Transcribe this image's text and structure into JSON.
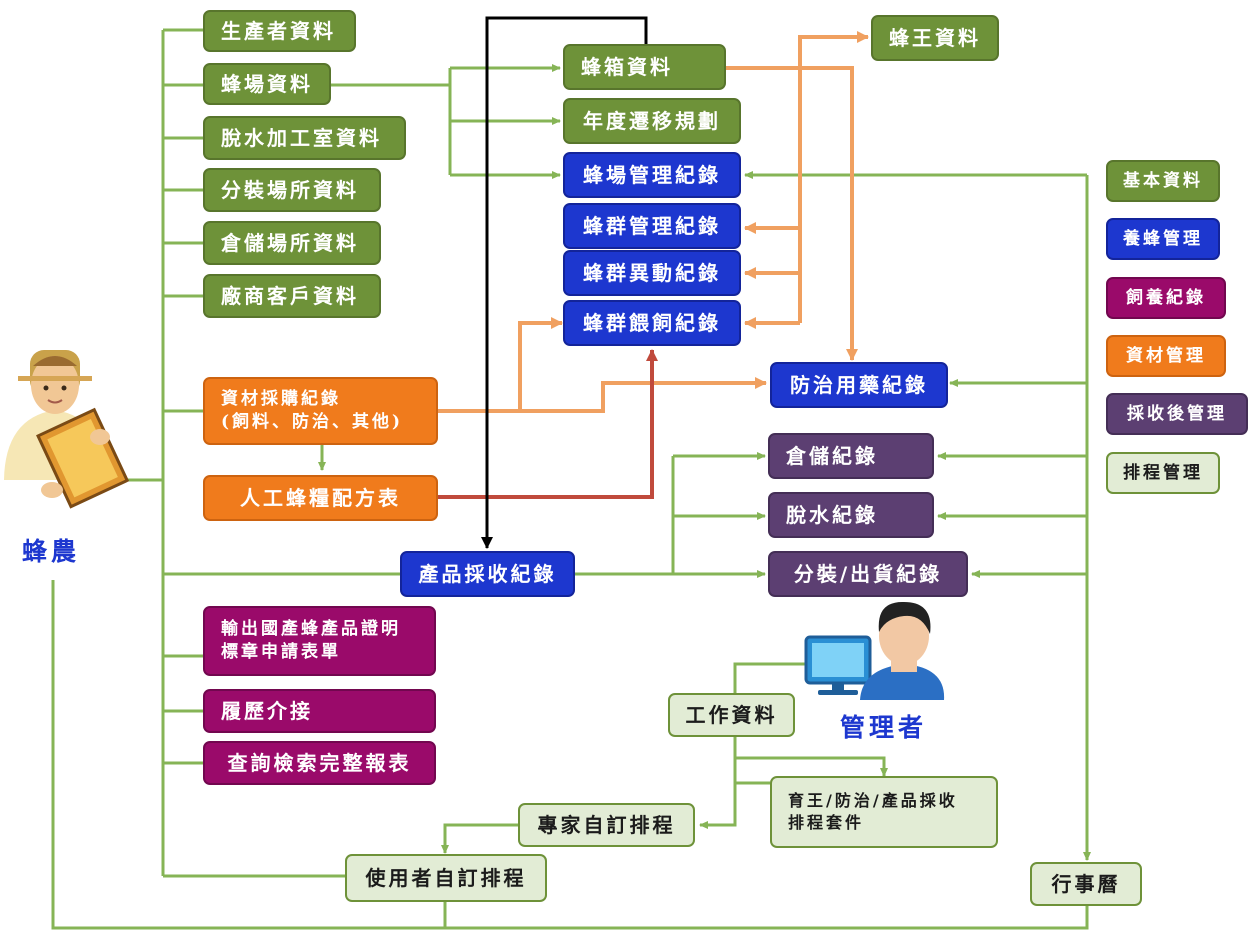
{
  "actors": {
    "farmer": "蜂農",
    "manager": "管理者"
  },
  "boxes": {
    "producer": "生產者資料",
    "apiary": "蜂場資料",
    "dehydration_room": "脫水加工室資料",
    "packing_site": "分裝場所資料",
    "storage_site": "倉儲場所資料",
    "supplier_client": "廠商客戶資料",
    "hive": "蜂箱資料",
    "migration": "年度遷移規劃",
    "queen": "蜂王資料",
    "apiary_mgmt": "蜂場管理紀錄",
    "colony_mgmt": "蜂群管理紀錄",
    "colony_change": "蜂群異動紀錄",
    "colony_feed": "蜂群餵飼紀錄",
    "pest_drug": "防治用藥紀錄",
    "purchase_line1": "資材採購紀錄",
    "purchase_line2": "(飼料、防治、其他)",
    "artificial_pollen": "人工蜂糧配方表",
    "harvest": "產品採收紀錄",
    "storage_rec": "倉儲紀錄",
    "dehydration_rec": "脫水紀錄",
    "packing_rec": "分裝/出貨紀錄",
    "export_line1": "輸出國產蜂產品證明",
    "export_line2": "標章申請表單",
    "traceability": "履歷介接",
    "report": "查詢檢索完整報表",
    "work_data": "工作資料",
    "kit_line1": "育王/防治/產品採收",
    "kit_line2": "排程套件",
    "expert_schedule": "專家自訂排程",
    "user_schedule": "使用者自訂排程",
    "calendar": "行事曆"
  },
  "legend": [
    {
      "label": "基本資料",
      "color": "#6e9239"
    },
    {
      "label": "養蜂管理",
      "color": "#1d37cf"
    },
    {
      "label": "飼養紀錄",
      "color": "#9a0a6a"
    },
    {
      "label": "資材管理",
      "color": "#f07b1c"
    },
    {
      "label": "採收後管理",
      "color": "#5c3f72"
    },
    {
      "label": "排程管理",
      "color": "#e2ecd5"
    }
  ]
}
